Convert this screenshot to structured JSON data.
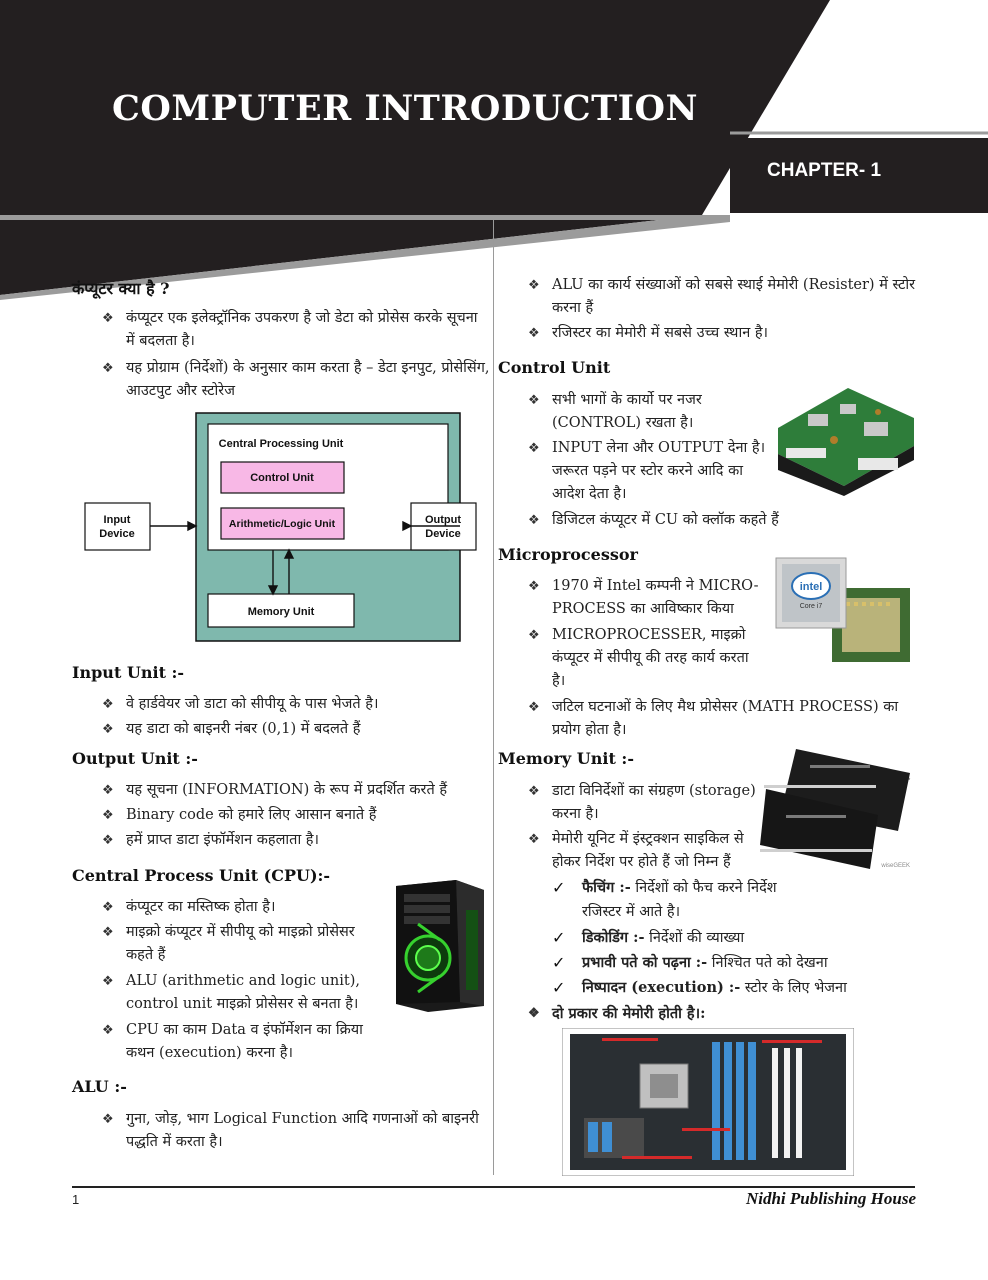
{
  "header": {
    "title": "COMPUTER INTRODUCTION",
    "chapter": "CHAPTER- 1"
  },
  "left": {
    "what_heading": "कंप्यूटर क्या है ?",
    "what_bullets": [
      "कंप्यूटर एक इलेक्ट्रॉनिक उपकरण है जो डेटा को प्रोसेस करके सूचना में बदलता है।",
      "यह प्रोग्राम (निर्देशों) के अनुसार काम करता है – डेटा इनपुट, प्रोसेसिंग, आउटपुट और स्टोरेज"
    ],
    "diagram": {
      "cpu": "Central Processing Unit",
      "control": "Control Unit",
      "alu": "Arithmetic/Logic Unit",
      "memory": "Memory Unit",
      "input_1": "Input",
      "input_2": "Device",
      "output_1": "Output",
      "output_2": "Device"
    },
    "input_heading": "Input Unit :-",
    "input_bullets": [
      "वे हार्डवेयर जो डाटा को सीपीयू के पास भेजते है।",
      "यह डाटा को बाइनरी नंबर (0,1) में बदलते हैं"
    ],
    "output_heading": "Output Unit :-",
    "output_bullets": [
      "यह सूचना (INFORMATION) के रूप में प्रदर्शित करते हैं",
      "Binary code को हमारे लिए आसान बनाते हैं",
      "हमें प्राप्त डाटा इंफॉर्मेशन कहलाता है।"
    ],
    "cpu_heading": "Central Process Unit (CPU):-",
    "cpu_bullets": [
      "कंप्यूटर का मस्तिष्क होता है।",
      "माइक्रो कंप्यूटर में सीपीयू को माइक्रो प्रोसेसर कहते हैं",
      "ALU (arithmetic and logic unit), control unit माइक्रो प्रोसेसर से बनता है।",
      "CPU का काम Data व इंफॉर्मेशन का क्रिया कथन (execution) करना है।"
    ],
    "alu_heading": "ALU :-",
    "alu_bullets": [
      "गुना, जोड़, भाग Logical Function आदि गणनाओं को बाइनरी पद्धति में करता है।"
    ]
  },
  "right": {
    "top_bullets": [
      "ALU का कार्य संख्याओं को सबसे स्थाई मेमोरी (Resister) में स्टोर करना हैं",
      "रजिस्टर का मेमोरी में सबसे उच्च स्थान है।"
    ],
    "control_heading": "Control Unit",
    "control_bullets": [
      "सभी भागों के कार्यो पर नजर (CONTROL) रखता है।",
      "INPUT लेना और OUTPUT देना है। जरूरत पड़ने पर स्टोर करने आदि का आदेश देता है।",
      "डिजिटल कंप्यूटर में CU को क्लॉक कहते हैं"
    ],
    "micro_heading": "Microprocessor",
    "micro_bullets": [
      "1970 में Intel कम्पनी ने MICRO-PROCESS का आविष्कार किया",
      "MICROPROCESSER, माइक्रो कंप्यूटर में सीपीयू की तरह कार्य करता है।",
      "जटिल घटनाओं के लिए मैथ प्रोसेसर (MATH PROCESS) का प्रयोग होता है।"
    ],
    "intel_logo": "intel",
    "intel_model": "Core i7",
    "memory_heading": "Memory Unit :-",
    "memory_bullets": [
      "डाटा विनिर्देशों का संग्रहण (storage) करना है।",
      "मेमोरी यूनिट में इंस्ट्रक्शन साइकिल से होकर निर्देश पर होते हैं जो निम्न हैं"
    ],
    "checks": [
      {
        "bold": "फैचिंग :-",
        "text": " निर्देशों को फैच करने निर्देश रजिस्टर में आते है।"
      },
      {
        "bold": "डिकोडिंग :-",
        "text": " निर्देशों की व्याख्या"
      },
      {
        "bold": "प्रभावी पते को पढ़ना :-",
        "text": " निश्चित पते को देखना"
      },
      {
        "bold": "निष्पादन (execution) :-",
        "text": " स्टोर के लिए भेजना"
      }
    ],
    "two_types": "दो प्रकार की मेमोरी होती है।:",
    "watermark": "wiseGEEK"
  },
  "footer": {
    "page": "1",
    "publisher": "Nidhi Publishing House"
  },
  "colors": {
    "banner_dark": "#231f20",
    "banner_gray": "#9b9b9b",
    "diagram_teal": "#7fb8ad",
    "unit_pink": "#f8b8e6",
    "board_blue": "#3f8fd4"
  },
  "check_symbol": "✓",
  "bullet_symbol": "❖"
}
